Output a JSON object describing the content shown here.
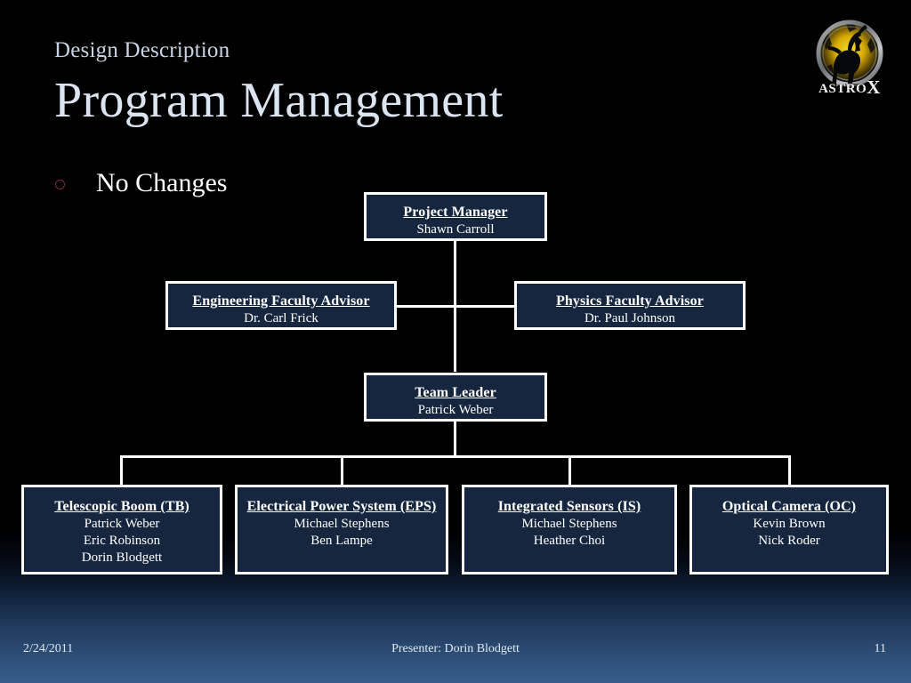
{
  "slide": {
    "eyebrow": "Design Description",
    "title": "Program Management",
    "bullet": "No Changes"
  },
  "logo": {
    "name": "astrox-logo",
    "wordmark_pre": "ASTRO",
    "wordmark_big": "X",
    "ring_color": "#d8b400",
    "flame_color": "#e8c20a",
    "silhouette_color": "#0a0a08"
  },
  "colors": {
    "background_top": "#000000",
    "background_bottom": "#365f8a",
    "box_fill": "#16263f",
    "box_border": "#ffffff",
    "title_text": "#dbe5f1",
    "eyebrow_text": "#c8d4e4",
    "bullet_marker": "#7a2c30",
    "connector": "#ffffff"
  },
  "org_chart": {
    "project_manager": {
      "title": "Project Manager",
      "members": [
        "Shawn Carroll"
      ]
    },
    "engineering_advisor": {
      "title": "Engineering Faculty Advisor",
      "members": [
        "Dr. Carl Frick"
      ]
    },
    "physics_advisor": {
      "title": "Physics Faculty Advisor",
      "members": [
        "Dr. Paul Johnson"
      ]
    },
    "team_leader": {
      "title": "Team Leader",
      "members": [
        "Patrick Weber"
      ]
    },
    "subteams": [
      {
        "title": "Telescopic Boom (TB)",
        "members": [
          "Patrick Weber",
          "Eric Robinson",
          "Dorin Blodgett"
        ]
      },
      {
        "title": "Electrical Power System (EPS)",
        "members": [
          "Michael Stephens",
          "Ben Lampe"
        ]
      },
      {
        "title": "Integrated Sensors (IS)",
        "members": [
          "Michael Stephens",
          "Heather Choi"
        ]
      },
      {
        "title": "Optical Camera (OC)",
        "members": [
          "Kevin Brown",
          "Nick Roder"
        ]
      }
    ]
  },
  "footer": {
    "date": "2/24/2011",
    "presenter": "Presenter: Dorin Blodgett",
    "page_number": "11"
  }
}
